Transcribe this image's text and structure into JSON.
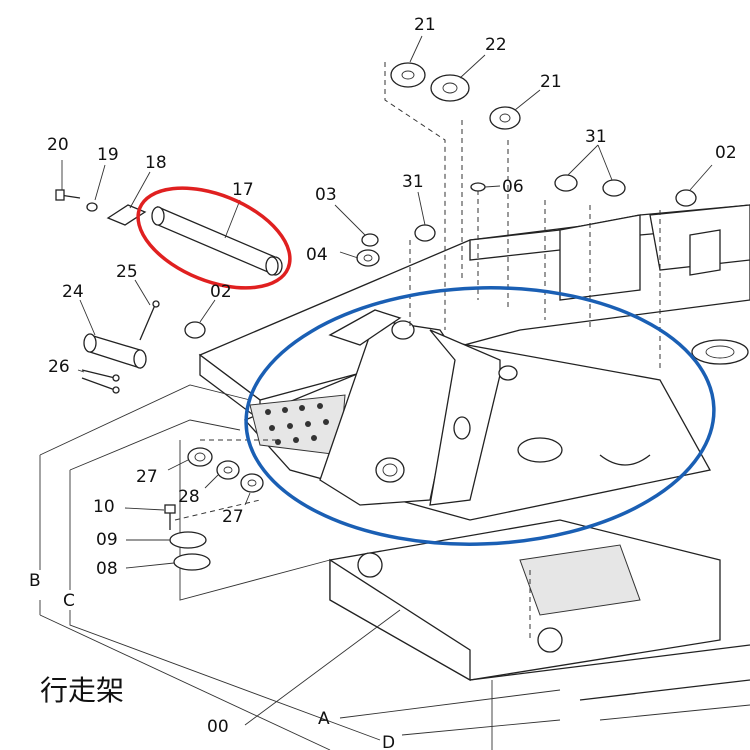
{
  "title": "行走架",
  "labels": {
    "p21a": "21",
    "p22": "22",
    "p21b": "21",
    "p20": "20",
    "p19": "19",
    "p18": "18",
    "p17": "17",
    "p03": "03",
    "p31a": "31",
    "p06": "06",
    "p31b": "31",
    "p02a": "02",
    "p04": "04",
    "p24": "24",
    "p25": "25",
    "p02b": "02",
    "p26": "26",
    "p27a": "27",
    "p28": "28",
    "p27b": "27",
    "p10": "10",
    "p09": "09",
    "p08": "08",
    "pB": "B",
    "pC": "C",
    "p00": "00",
    "pA": "A",
    "pD": "D"
  },
  "highlights": {
    "red_color": "#e02020",
    "blue_color": "#1a5fb4"
  }
}
